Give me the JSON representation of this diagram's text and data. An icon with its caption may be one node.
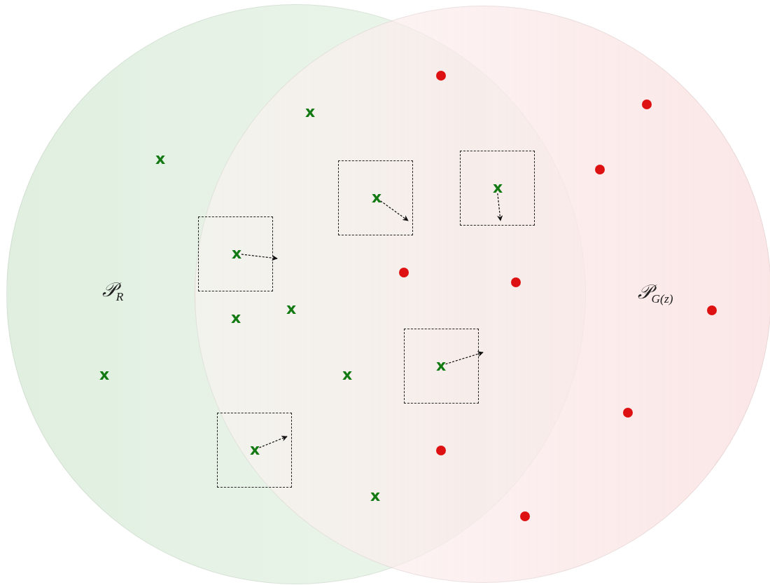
{
  "diagram": {
    "nodes": [
      {
        "text": [
          "𝒫$_{R}$"
        ]
      },
      {
        "text": [
          "𝒫$_{G(z)}$"
        ]
      },
      {
        "text": [
          "x"
        ]
      },
      {
        "text": [
          "x"
        ]
      },
      {
        "text": [
          "x"
        ]
      },
      {
        "text": [
          "x"
        ]
      },
      {
        "text": [
          "x"
        ]
      }
    ],
    "labels": [
      "x",
      "x",
      "x",
      "x",
      "x",
      "x",
      "x"
    ]
  }
}
